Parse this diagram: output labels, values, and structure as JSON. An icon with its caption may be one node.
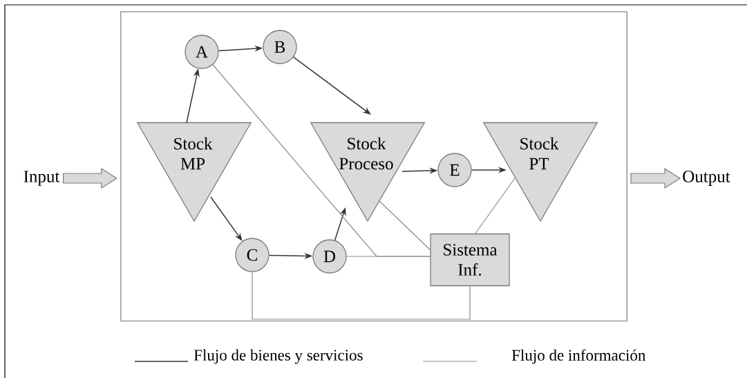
{
  "diagram": {
    "nodes": [
      {
        "text": [],
        "shape": "box"
      },
      {
        "text": [
          "Input"
        ]
      },
      {
        "text": [
          "Output"
        ]
      },
      {
        "text": [
          "A"
        ],
        "in": 0
      },
      {
        "text": [
          "B"
        ],
        "in": 0
      },
      {
        "text": [
          "Stock MP"
        ],
        "in": 0
      },
      {
        "text": [
          "Stock Proceso"
        ],
        "in": 0
      },
      {
        "text": [
          "E"
        ],
        "in": 0
      },
      {
        "text": [
          "Stock PT"
        ],
        "in": 0
      },
      {
        "text": [
          "C"
        ],
        "in": 0
      },
      {
        "text": [
          "D"
        ],
        "in": 0
      },
      {
        "text": [
          "Sistema Inf."
        ],
        "in": 0
      }
    ],
    "edges": [
      {
        "from": 1,
        "to": 0,
        "arrow": "to"
      },
      {
        "from": 0,
        "to": 2,
        "arrow": "to"
      },
      {
        "from": 5,
        "to": 3,
        "arrow": "to"
      },
      {
        "from": 3,
        "to": 4,
        "arrow": "to"
      },
      {
        "from": 4,
        "to": 6,
        "arrow": "to"
      },
      {
        "from": 6,
        "to": 7,
        "arrow": "to"
      },
      {
        "from": 7,
        "to": 8,
        "arrow": "to"
      },
      {
        "from": 5,
        "to": 9,
        "arrow": "to"
      },
      {
        "from": 9,
        "to": 10,
        "arrow": "to"
      },
      {
        "from": 10,
        "to": 6,
        "arrow": "to"
      },
      {
        "from": 3,
        "to": 11,
        "arrow": "none",
        "color": "#8a8a8a"
      },
      {
        "from": 10,
        "to": 11,
        "arrow": "none",
        "color": "#8a8a8a"
      },
      {
        "from": 6,
        "to": 11,
        "arrow": "none",
        "color": "#8a8a8a"
      },
      {
        "from": 8,
        "to": 11,
        "arrow": "none",
        "color": "#8a8a8a"
      },
      {
        "from": 9,
        "to": 11,
        "arrow": "none",
        "color": "#8a8a8a"
      }
    ],
    "legend": [
      {
        "text": "Flujo de bienes y servicios"
      },
      {
        "text": "Flujo de información"
      }
    ]
  }
}
